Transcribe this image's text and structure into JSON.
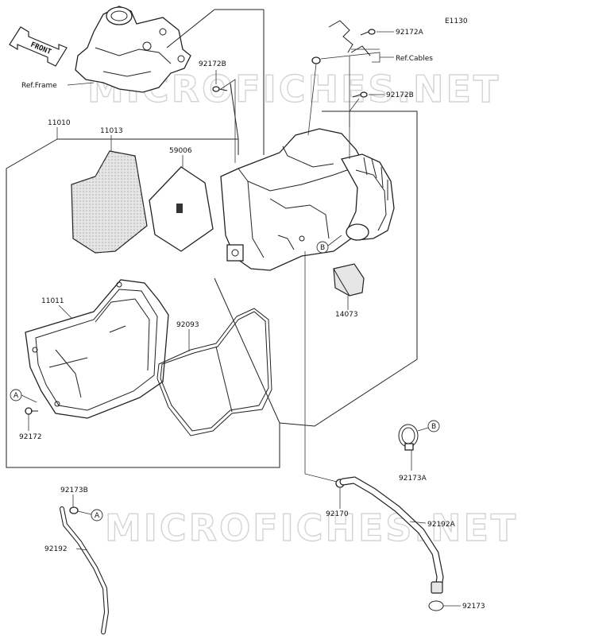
{
  "diagram": {
    "code": "E1130",
    "front_label": "FRONT",
    "watermark": "MICROFICHES.NET",
    "refs": {
      "frame": "Ref.Frame",
      "cables": "Ref.Cables"
    },
    "callouts": {
      "A": "A",
      "B": "B"
    },
    "parts": {
      "p11010": "11010",
      "p11013": "11013",
      "p59006": "59006",
      "p11011": "11011",
      "p92093": "92093",
      "p92172": "92172",
      "p92172A": "92172A",
      "p92172B_left": "92172B",
      "p92172B_right": "92172B",
      "p14073": "14073",
      "p92173A": "92173A",
      "p92173B": "92173B",
      "p92170": "92170",
      "p92192A": "92192A",
      "p92192": "92192",
      "p92173": "92173"
    }
  }
}
